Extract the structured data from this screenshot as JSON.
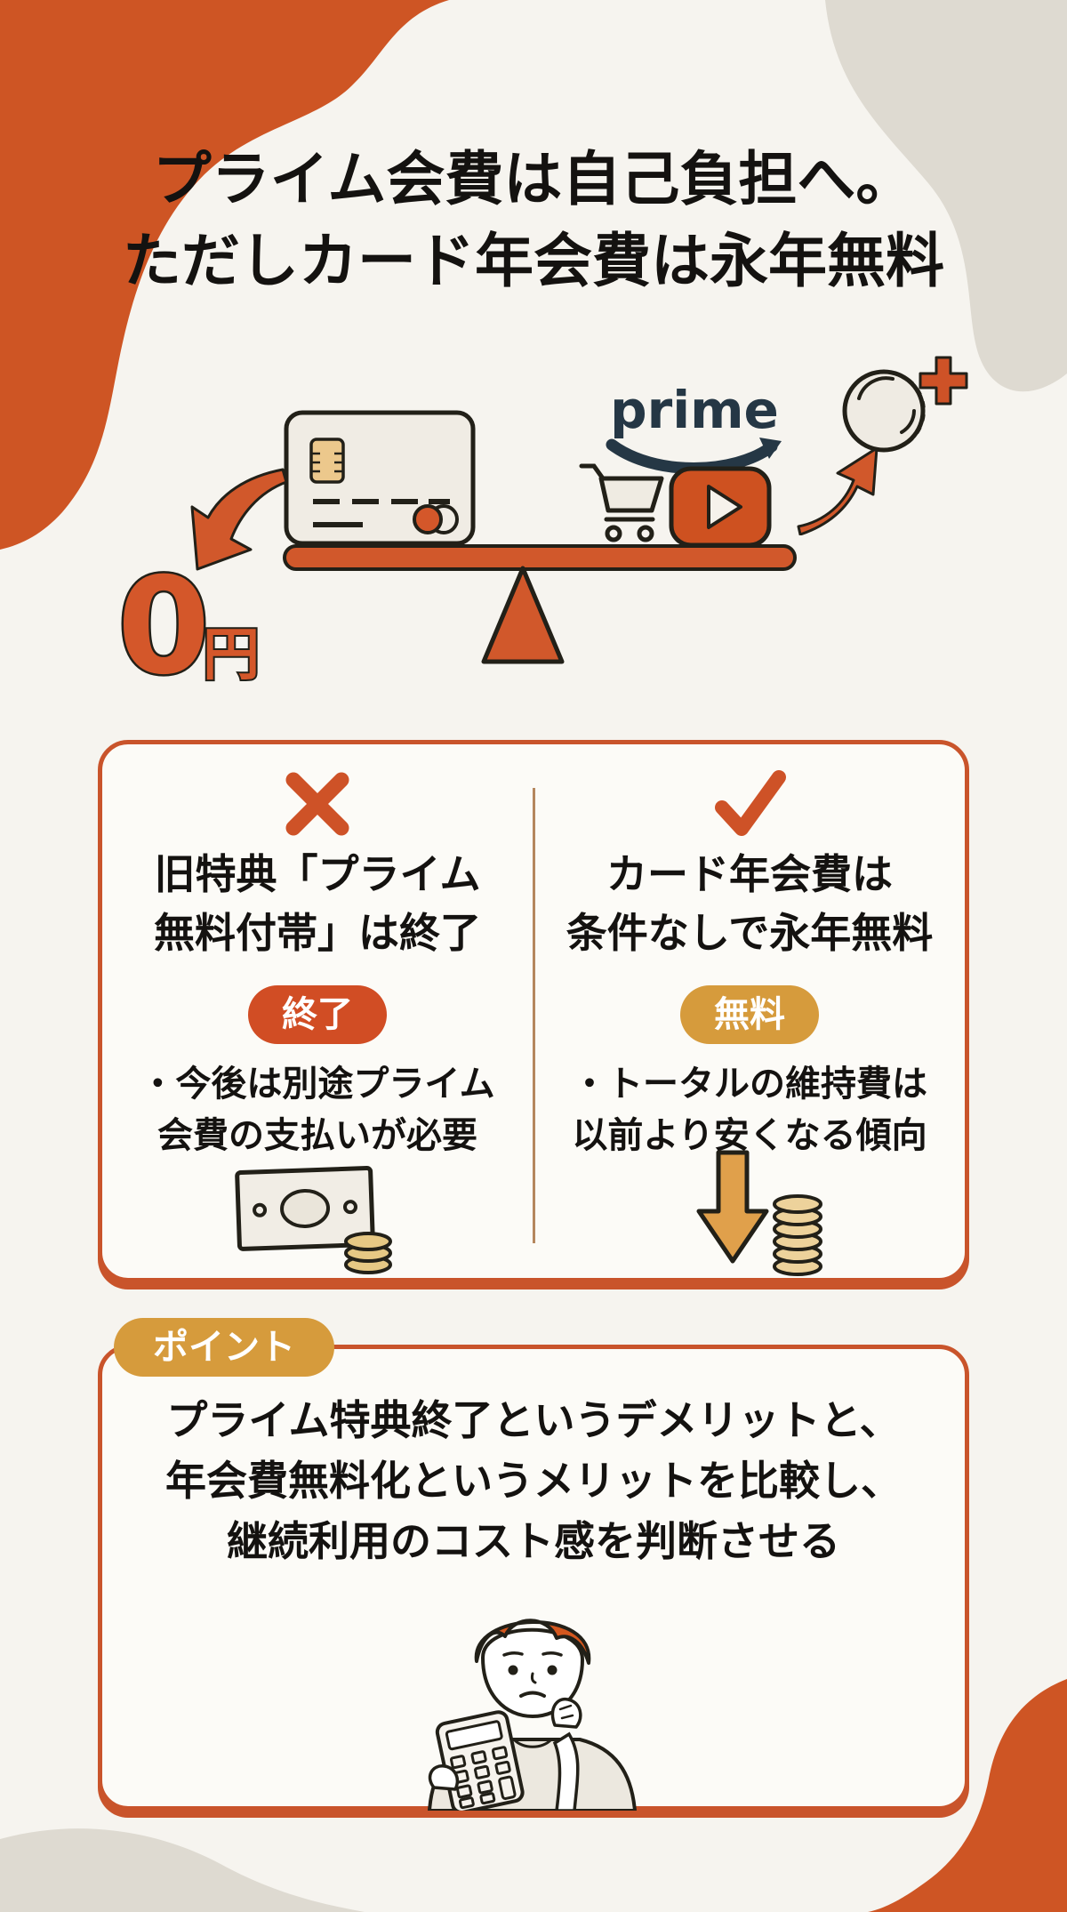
{
  "colors": {
    "background": "#F6F4EF",
    "accent_orange": "#CE5524",
    "blob_beige": "#DEDAD1",
    "card_border": "#C9542B",
    "badge_ended": "#D14D24",
    "badge_free": "#D69B3C",
    "prime_navy": "#253745",
    "coin_gold": "#E6C884",
    "arrow_amber": "#E0A04B",
    "text": "#141210"
  },
  "title": {
    "line1": "プライム会費は自己負担へ。",
    "line2": "ただしカード年会費は永年無料"
  },
  "balance": {
    "zero_amount": "0",
    "zero_unit": "円",
    "prime_logo": "prime"
  },
  "comparison": {
    "left": {
      "heading_line1": "旧特典「プライム",
      "heading_line2": "無料付帯」は終了",
      "badge": "終了",
      "bullet_line1": "・今後は別途プライム",
      "bullet_line2": "会費の支払いが必要"
    },
    "right": {
      "heading_line1": "カード年会費は",
      "heading_line2": "条件なしで永年無料",
      "badge": "無料",
      "bullet_line1": "・トータルの維持費は",
      "bullet_line2": "以前より安くなる傾向"
    }
  },
  "point": {
    "badge": "ポイント",
    "line1": "プライム特典終了というデメリットと、",
    "line2": "年会費無料化というメリットを比較し、",
    "line3": "継続利用のコスト感を判断させる"
  },
  "icons": {
    "x_mark": "✕",
    "check_mark": "✓",
    "plus": "＋",
    "curved_arrow_down": "↙",
    "curved_arrow_up": "↗",
    "cost_down_arrow": "↓"
  }
}
